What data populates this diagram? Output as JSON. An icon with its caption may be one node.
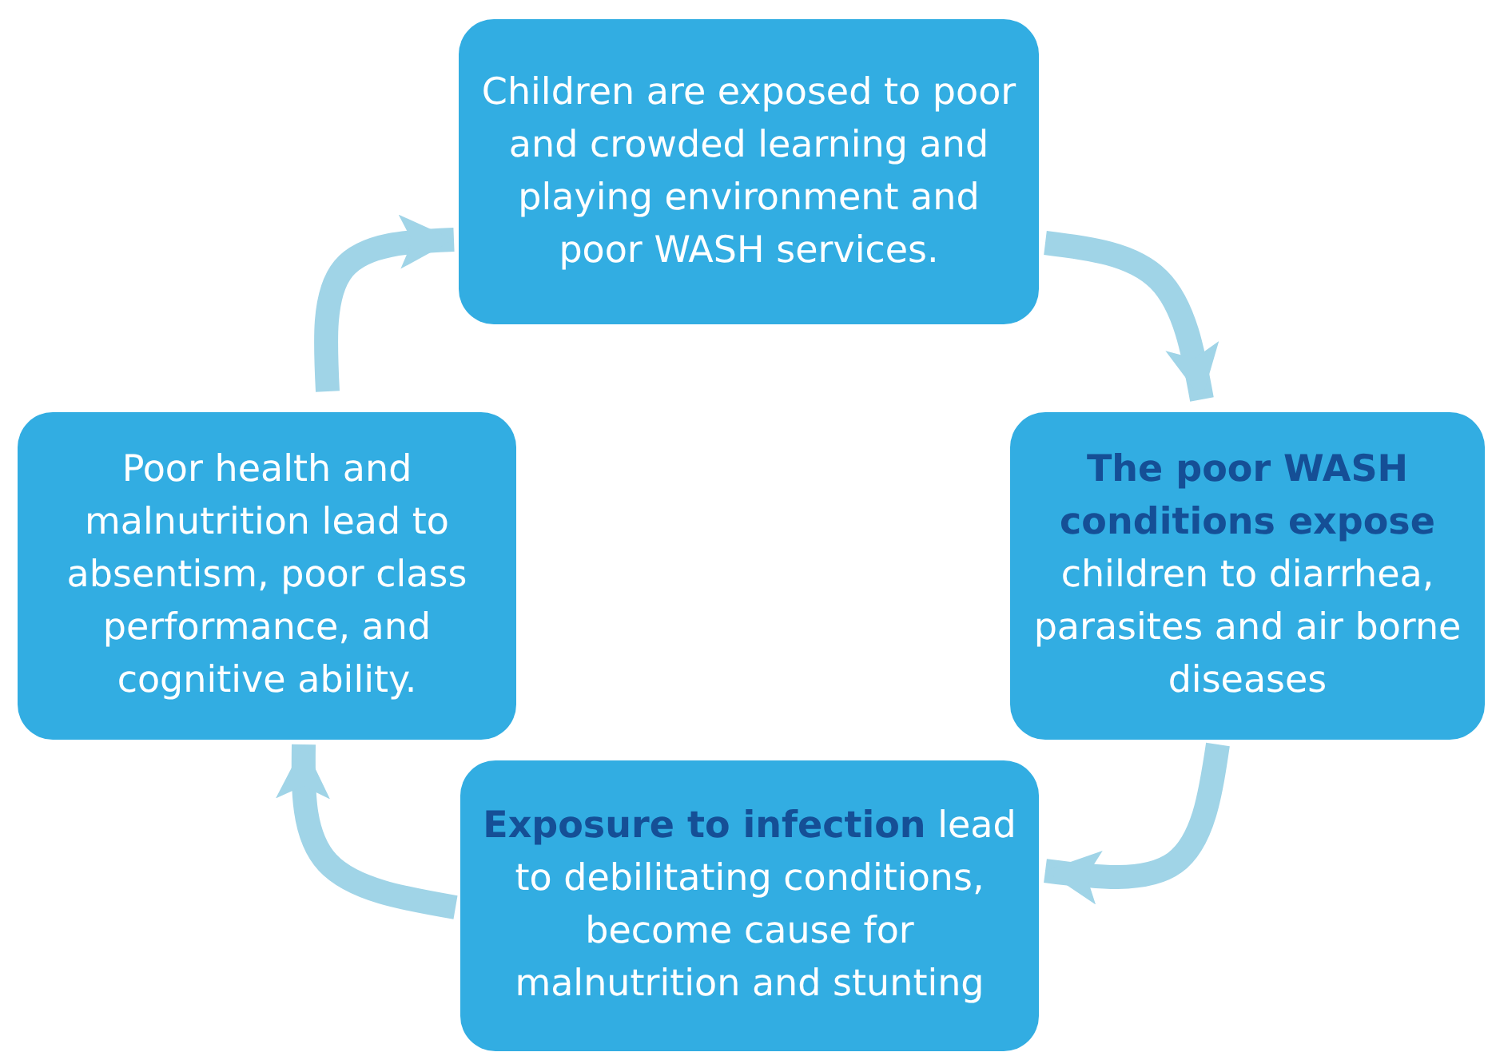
{
  "diagram": {
    "nodes": [
      {
        "text": [
          "Children are exposed to poor and crowded learning and playing environment and poor WASH services."
        ]
      },
      {
        "text": [
          "**The poor WASH conditions expose** children to diarrhea, parasites and air borne diseases"
        ]
      },
      {
        "text": [
          "**Exposure to infection** lead to debilitating conditions, become cause for malnutrition and stunting"
        ]
      },
      {
        "text": [
          "Poor health and malnutrition lead to absentism, poor class performance, and cognitive ability."
        ]
      }
    ],
    "edges": [
      {
        "from": 0,
        "to": 1,
        "arrow": "to"
      },
      {
        "from": 1,
        "to": 2,
        "arrow": "to"
      },
      {
        "from": 2,
        "to": 3,
        "arrow": "to"
      },
      {
        "from": 3,
        "to": 0,
        "arrow": "to"
      }
    ]
  }
}
